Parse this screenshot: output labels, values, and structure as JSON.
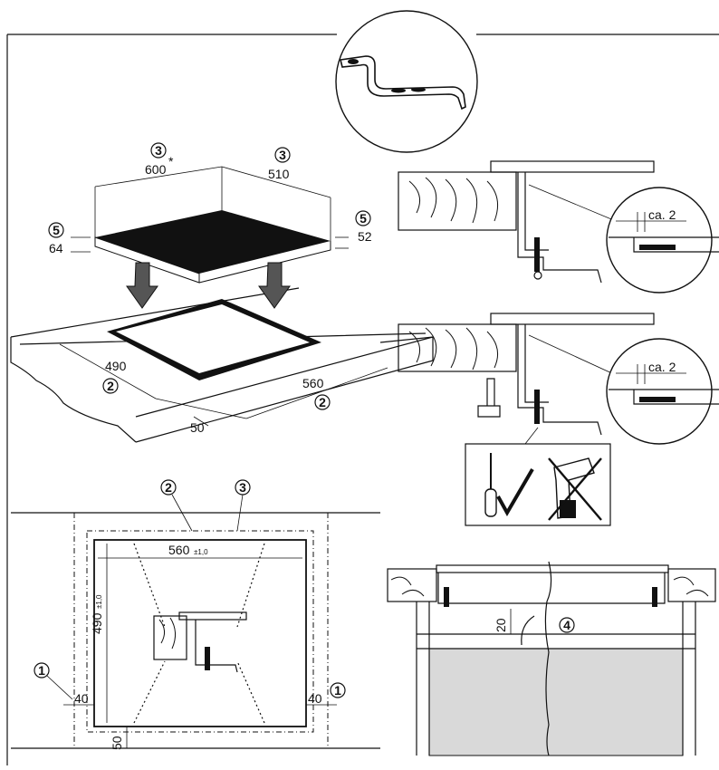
{
  "top_view": {
    "callout_width": "3",
    "width": "600",
    "width_star": "*",
    "callout_depth": "3",
    "depth": "510",
    "callout_left_height": "5",
    "left_height": "64",
    "callout_right_height": "5",
    "right_height": "52",
    "cutout_depth": "490",
    "callout_cutout_depth": "2",
    "cutout_width": "560",
    "callout_cutout_width": "2",
    "front_margin": "50"
  },
  "section_views": {
    "gap_label_top": "ca. 2",
    "gap_label_bottom": "ca. 2"
  },
  "plan_view": {
    "callout_a": "2",
    "callout_b": "3",
    "width": "560",
    "width_tol": "±1,0",
    "depth": "490",
    "depth_tol": "±1,0",
    "callout_left": "1",
    "left_gap": "40",
    "callout_right": "1",
    "right_gap": "40",
    "bottom_gap": "50"
  },
  "install_view": {
    "clearance": "20",
    "callout_cable": "4"
  },
  "colors": {
    "line": "#111111",
    "hob": "#111111",
    "cabinet_fill": "#d9d9d9"
  },
  "icons": [
    "bracket-icon",
    "screwdriver-icon",
    "checkmark-icon",
    "drill-crossed-icon"
  ]
}
